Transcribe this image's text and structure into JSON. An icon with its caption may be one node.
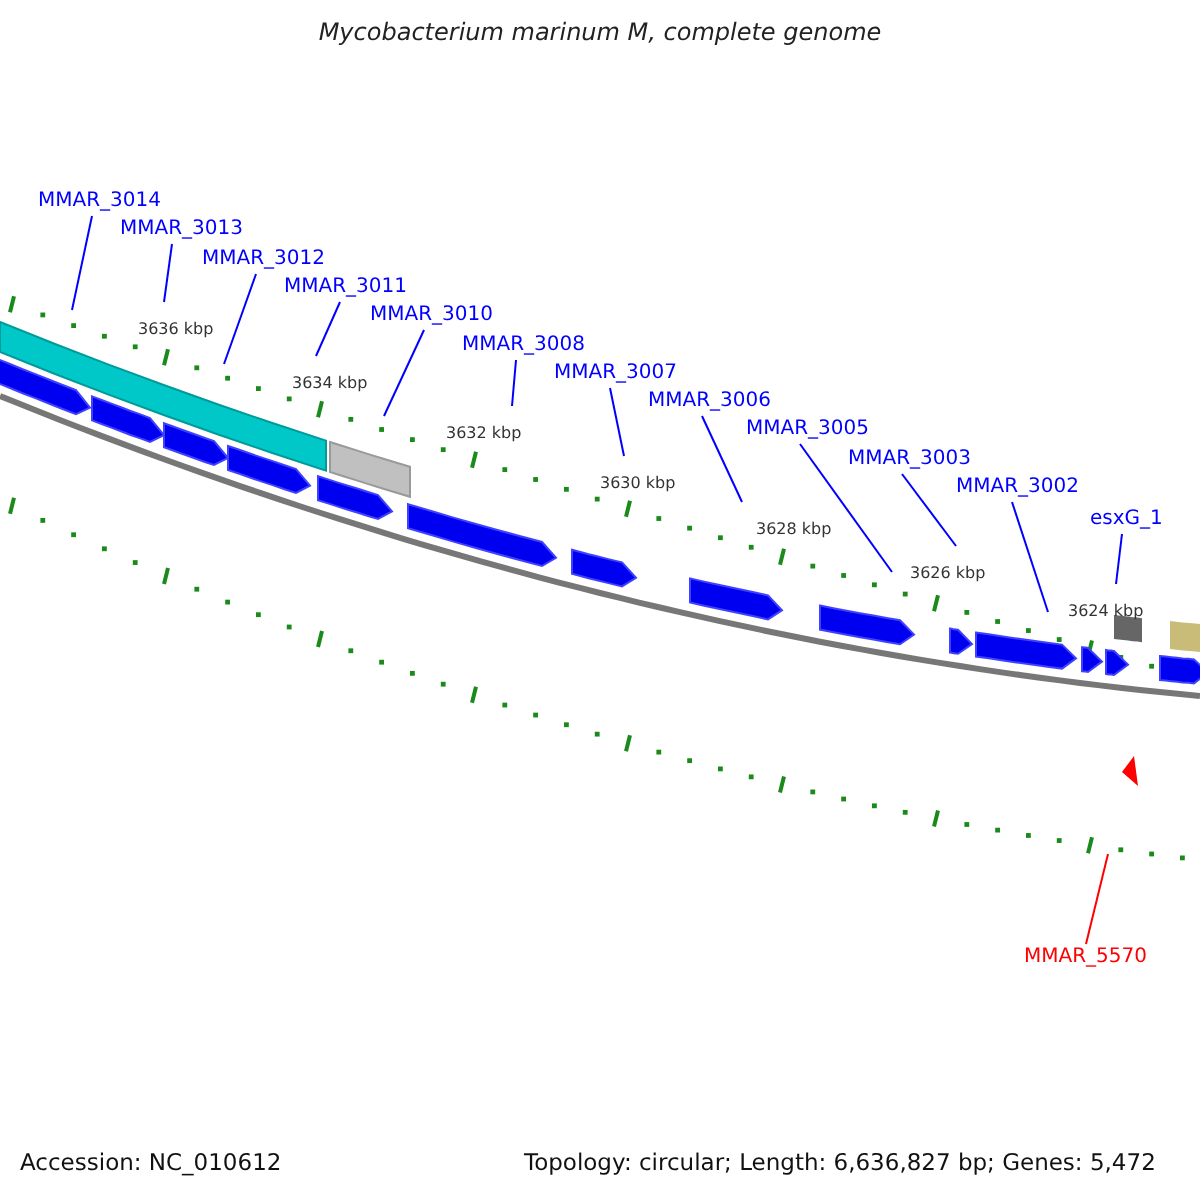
{
  "diagram": {
    "title": "Mycobacterium marinum M, complete genome",
    "nodes": [
      {
        "text": [
          "MMAR_3014"
        ]
      },
      {
        "text": [
          "MMAR_3013"
        ]
      },
      {
        "text": [
          "MMAR_3012"
        ]
      },
      {
        "text": [
          "MMAR_3011"
        ]
      },
      {
        "text": [
          "MMAR_3010"
        ]
      },
      {
        "text": [
          "MMAR_3008"
        ]
      },
      {
        "text": [
          "MMAR_3007"
        ]
      },
      {
        "text": [
          "MMAR_3006"
        ]
      },
      {
        "text": [
          "MMAR_3005"
        ]
      },
      {
        "text": [
          "MMAR_3003"
        ]
      },
      {
        "text": [
          "MMAR_3002"
        ]
      },
      {
        "text": [
          "esxG_1"
        ]
      },
      {
        "text": [
          "MMAR_5570"
        ]
      }
    ],
    "edges": [
      {
        "from": 0,
        "to": null,
        "arrow": "none"
      },
      {
        "from": 1,
        "to": null,
        "arrow": "none"
      },
      {
        "from": 2,
        "to": null,
        "arrow": "none"
      },
      {
        "from": 3,
        "to": null,
        "arrow": "none"
      },
      {
        "from": 4,
        "to": null,
        "arrow": "none"
      },
      {
        "from": 5,
        "to": null,
        "arrow": "none"
      },
      {
        "from": 6,
        "to": null,
        "arrow": "none"
      },
      {
        "from": 7,
        "to": null,
        "arrow": "none"
      },
      {
        "from": 8,
        "to": null,
        "arrow": "none"
      },
      {
        "from": 9,
        "to": null,
        "arrow": "none"
      },
      {
        "from": 10,
        "to": null,
        "arrow": "none"
      },
      {
        "from": 11,
        "to": null,
        "arrow": "none"
      },
      {
        "from": 12,
        "to": null,
        "arrow": "none",
        "color": "#ff0000"
      }
    ],
    "labels": [
      "3636 kbp",
      "3634 kbp",
      "3632 kbp",
      "3630 kbp",
      "3628 kbp",
      "3626 kbp",
      "3624 kbp",
      "Accession: NC_010612",
      "Topology: circular; Length: 6,636,827 bp; Genes: 5,472"
    ]
  }
}
